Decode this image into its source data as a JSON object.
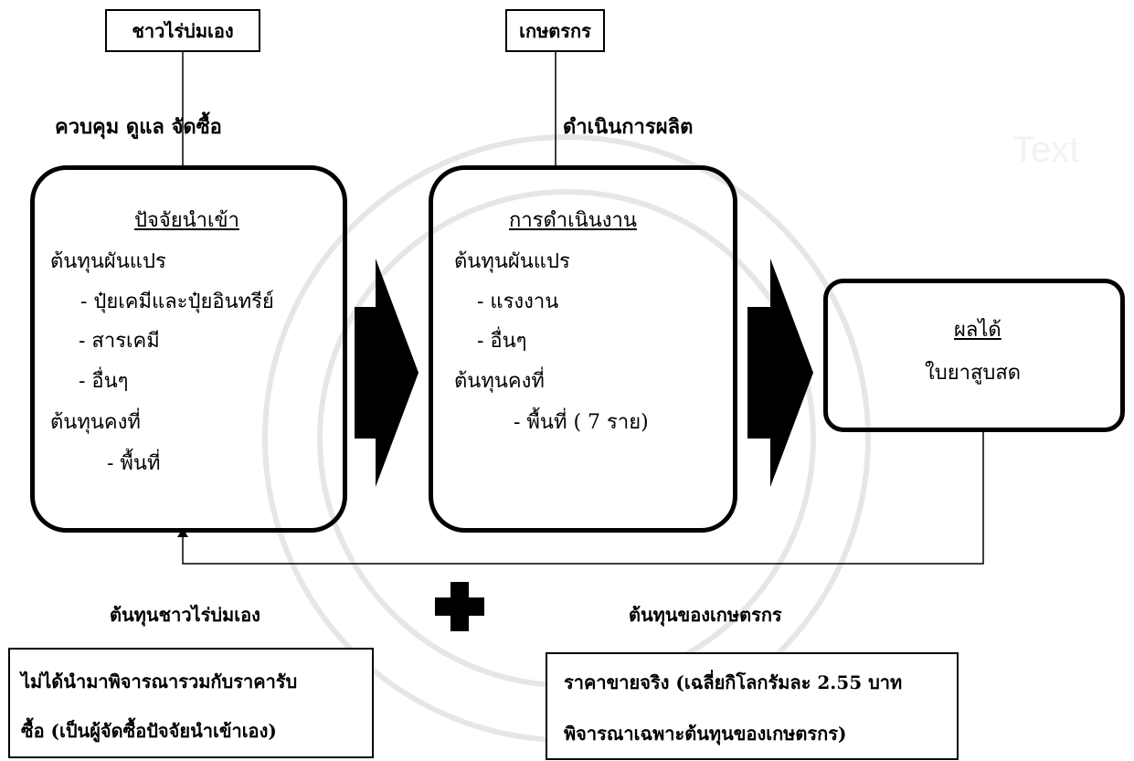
{
  "actors": {
    "contractor": "ชาวไร่บ่มเอง",
    "farmer": "เกษตรกร"
  },
  "roles": {
    "contractor_role": "ควบคุม ดูแล จัดซื้อ",
    "farmer_role": "ดำเนินการผลิต"
  },
  "input_box": {
    "title": "ปัจจัยนำเข้า",
    "items": [
      "ต้นทุนผันแปร",
      "- ปุ๋ยเคมีและปุ๋ยอินทรีย์",
      "-  สารเคมี",
      "- อื่นๆ",
      "ต้นทุนคงที่",
      "- พื้นที่"
    ]
  },
  "process_box": {
    "title": "การดำเนินงาน",
    "items": [
      "ต้นทุนผันแปร",
      "- แรงงาน",
      "- อื่นๆ",
      "ต้นทุนคงที่",
      "- พื้นที่ ( 7 ราย)"
    ]
  },
  "output_box": {
    "title": "ผลได้",
    "item": "ใบยาสูบสด"
  },
  "bottom": {
    "left_heading": "ต้นทุนชาวไร่บ่มเอง",
    "right_heading": "ต้นทุนของเกษตรกร",
    "left_note_line1": "ไม่ได้นำมาพิจารณารวมกับราคารับ",
    "left_note_line2": "ซื้อ (เป็นผู้จัดซื้อปัจจัยนำเข้าเอง)",
    "right_note_line1": "ราคาขายจริง (เฉลี่ยกิโลกรัมละ 2.55 บาท",
    "right_note_line2": "พิจารณาเฉพาะต้นทุนของเกษตรกร)"
  },
  "watermark": "Text"
}
